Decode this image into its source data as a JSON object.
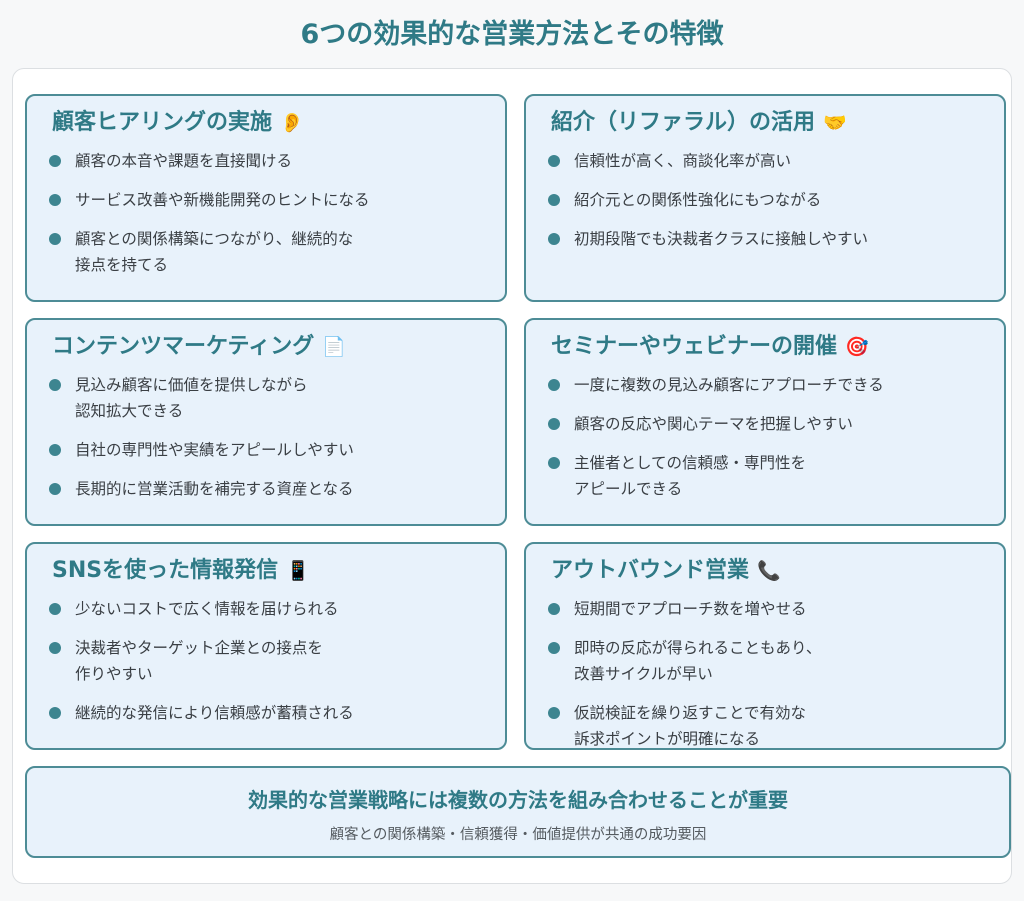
{
  "title": "6つの効果的な営業方法とその特徴",
  "cards": [
    {
      "heading": "顧客ヒアリングの実施",
      "icon": "👂",
      "icon_name": "ear-icon",
      "items": [
        "顧客の本音や課題を直接聞ける",
        "サービス改善や新機能開発のヒントになる",
        "顧客との関係構築につながり、継続的な\n接点を持てる"
      ]
    },
    {
      "heading": "紹介（リファラル）の活用",
      "icon": "🤝",
      "icon_name": "handshake-icon",
      "items": [
        "信頼性が高く、商談化率が高い",
        "紹介元との関係性強化にもつながる",
        "初期段階でも決裁者クラスに接触しやすい"
      ]
    },
    {
      "heading": "コンテンツマーケティング",
      "icon": "📄",
      "icon_name": "document-icon",
      "items": [
        "見込み顧客に価値を提供しながら\n認知拡大できる",
        "自社の専門性や実績をアピールしやすい",
        "長期的に営業活動を補完する資産となる"
      ]
    },
    {
      "heading": "セミナーやウェビナーの開催",
      "icon": "🎯",
      "icon_name": "target-icon",
      "items": [
        "一度に複数の見込み顧客にアプローチできる",
        "顧客の反応や関心テーマを把握しやすい",
        "主催者としての信頼感・専門性を\nアピールできる"
      ]
    },
    {
      "heading": "SNSを使った情報発信",
      "icon": "📱",
      "icon_name": "smartphone-icon",
      "items": [
        "少ないコストで広く情報を届けられる",
        "決裁者やターゲット企業との接点を\n作りやすい",
        "継続的な発信により信頼感が蓄積される"
      ]
    },
    {
      "heading": "アウトバウンド営業",
      "icon": "📞",
      "icon_name": "phone-icon",
      "items": [
        "短期間でアプローチ数を増やせる",
        "即時の反応が得られることもあり、\n改善サイクルが早い",
        "仮説検証を繰り返すことで有効な\n訴求ポイントが明確になる"
      ]
    }
  ],
  "summary": {
    "main": "効果的な営業戦略には複数の方法を組み合わせることが重要",
    "sub": "顧客との関係構築・信頼獲得・価値提供が共通の成功要因"
  },
  "colors": {
    "accent": "#2f7a86",
    "card_bg": "#e8f2fb",
    "border": "#4d8c96"
  }
}
